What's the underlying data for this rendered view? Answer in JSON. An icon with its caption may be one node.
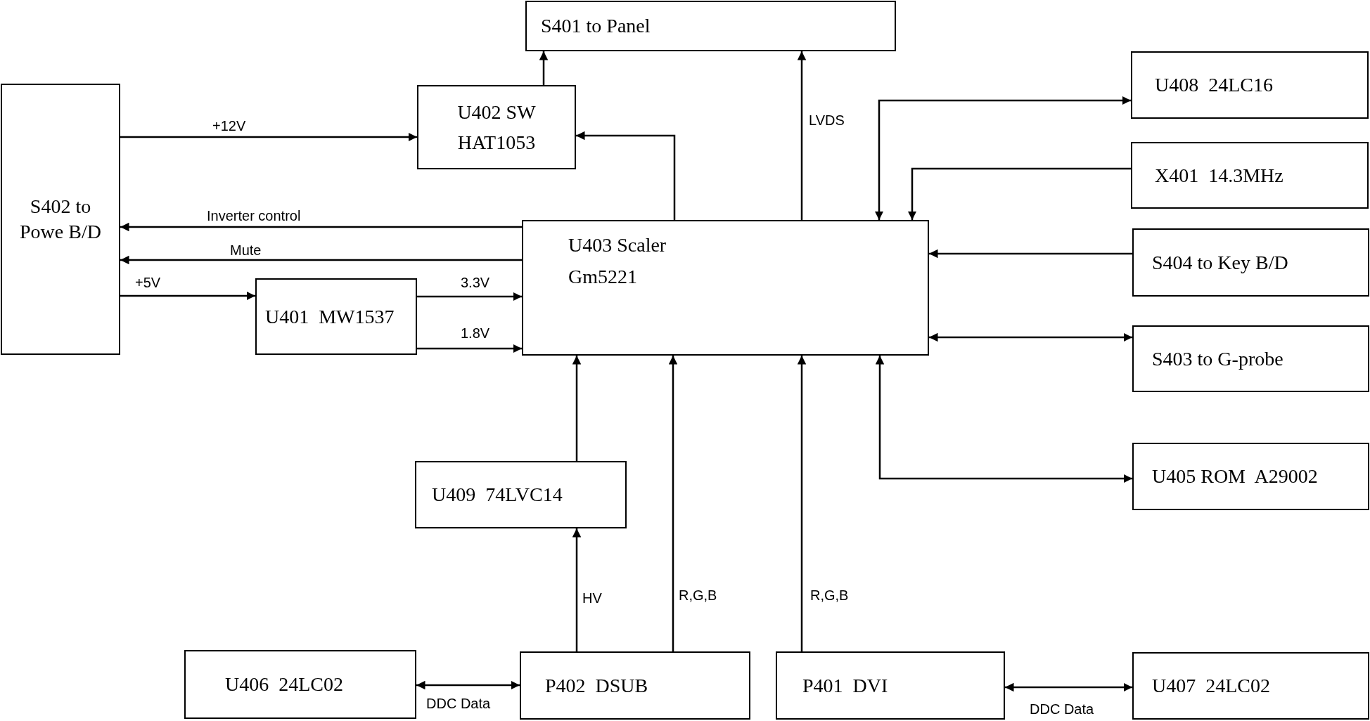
{
  "diagram": {
    "nodes": [
      {
        "text": [
          "S401 to Panel"
        ]
      },
      {
        "text": [
          "S402 to Powe B/D"
        ]
      },
      {
        "text": [
          "U402 SW HAT1053"
        ]
      },
      {
        "text": [
          "U403 Scaler Gm5221"
        ]
      },
      {
        "text": [
          "U401  MW1537"
        ]
      },
      {
        "text": [
          "U408  24LC16"
        ]
      },
      {
        "text": [
          "X401  14.3MHz"
        ]
      },
      {
        "text": [
          "S404 to Key B/D"
        ]
      },
      {
        "text": [
          "S403 to G-probe"
        ]
      },
      {
        "text": [
          "U405 ROM  A29002"
        ]
      },
      {
        "text": [
          "U409  74LVC14"
        ]
      },
      {
        "text": [
          "U406  24LC02"
        ]
      },
      {
        "text": [
          "P402  DSUB"
        ]
      },
      {
        "text": [
          "P401  DVI"
        ]
      },
      {
        "text": [
          "U407  24LC02"
        ]
      }
    ],
    "edges": [
      {
        "from": 1,
        "to": 2,
        "arrow": "to",
        "label": "+12V"
      },
      {
        "from": 2,
        "to": 0,
        "arrow": "to"
      },
      {
        "from": 3,
        "to": 2,
        "arrow": "to"
      },
      {
        "from": 3,
        "to": 0,
        "arrow": "to",
        "label": "LVDS"
      },
      {
        "from": 3,
        "to": 1,
        "arrow": "to",
        "label": "Inverter control"
      },
      {
        "from": 3,
        "to": 1,
        "arrow": "to",
        "label": "Mute"
      },
      {
        "from": 1,
        "to": 4,
        "arrow": "to",
        "label": "+5V"
      },
      {
        "from": 4,
        "to": 3,
        "arrow": "to",
        "label": "3.3V"
      },
      {
        "from": 4,
        "to": 3,
        "arrow": "to",
        "label": "1.8V"
      },
      {
        "from": 5,
        "to": 3,
        "arrow": "both"
      },
      {
        "from": 6,
        "to": 3,
        "arrow": "to"
      },
      {
        "from": 7,
        "to": 3,
        "arrow": "to"
      },
      {
        "from": 8,
        "to": 3,
        "arrow": "both"
      },
      {
        "from": 9,
        "to": 3,
        "arrow": "both"
      },
      {
        "from": 10,
        "to": 3,
        "arrow": "to"
      },
      {
        "from": 12,
        "to": 10,
        "arrow": "to",
        "label": "HV"
      },
      {
        "from": 12,
        "to": 3,
        "arrow": "to",
        "label": "R,G,B"
      },
      {
        "from": 13,
        "to": 3,
        "arrow": "to",
        "label": "R,G,B"
      },
      {
        "from": 11,
        "to": 12,
        "arrow": "both",
        "label": "DDC Data"
      },
      {
        "from": 13,
        "to": 14,
        "arrow": "both",
        "label": "DDC Data"
      }
    ]
  }
}
